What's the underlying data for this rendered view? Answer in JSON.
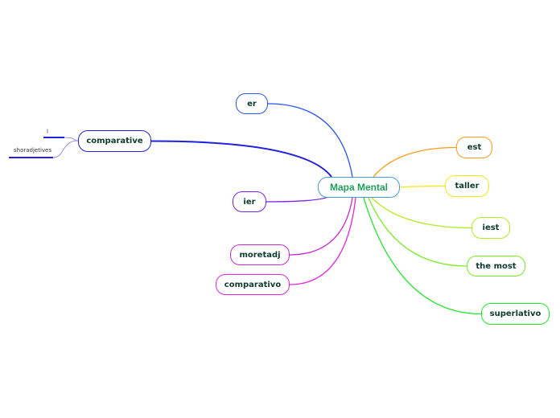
{
  "center": {
    "label": "Mapa Mental",
    "border_color": "#4a9ad8",
    "text_color": "#1fa35a"
  },
  "nodes": [
    {
      "label": "er",
      "color": "#2a55f5"
    },
    {
      "label": "comparative",
      "color": "#2020e0"
    },
    {
      "label": "ier",
      "color": "#7a22e8"
    },
    {
      "label": "moretadj",
      "color": "#c82ad0"
    },
    {
      "label": "comparativo",
      "color": "#ee22dd"
    },
    {
      "label": "est",
      "color": "#ff9a1a"
    },
    {
      "label": "taller",
      "color": "#f0ea10"
    },
    {
      "label": "iest",
      "color": "#b0ee22"
    },
    {
      "label": "the most",
      "color": "#77ee22"
    },
    {
      "label": "superlativo",
      "color": "#22e82a"
    }
  ],
  "sub_labels": [
    {
      "label": "l",
      "color": "#2020e0"
    },
    {
      "label": "shoradjetives",
      "color": "#2020e0"
    }
  ]
}
